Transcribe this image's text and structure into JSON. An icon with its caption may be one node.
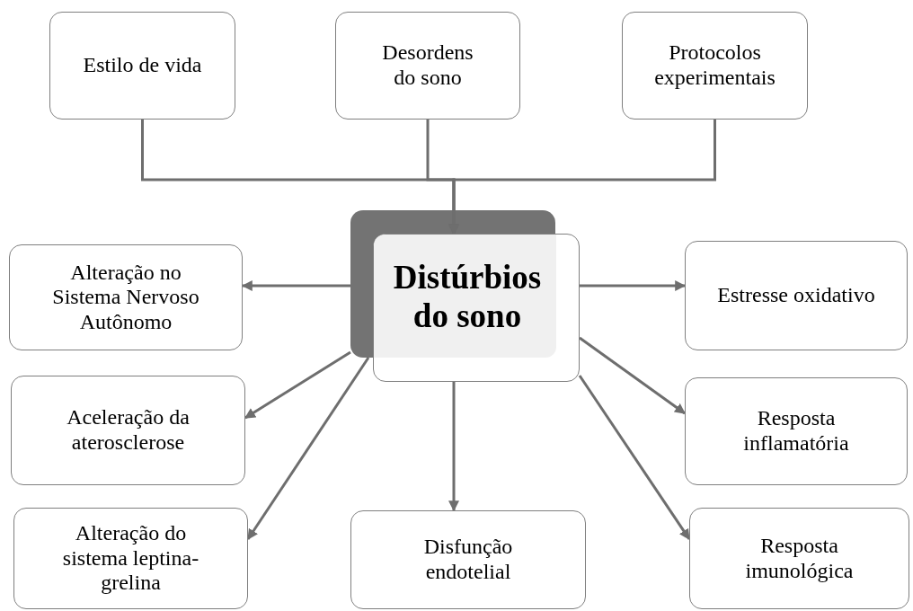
{
  "diagram": {
    "nodes": [
      {
        "text": [
          "Estilo de vida"
        ]
      },
      {
        "text": [
          "Desordens do sono"
        ]
      },
      {
        "text": [
          "Protocolos experimentais"
        ]
      },
      {
        "text": [
          "Distúrbios do sono"
        ]
      },
      {
        "text": [
          "Alteração no Sistema Nervoso Autônomo"
        ]
      },
      {
        "text": [
          "Estresse oxidativo"
        ]
      },
      {
        "text": [
          "Aceleração da aterosclerose"
        ]
      },
      {
        "text": [
          "Resposta inflamatória"
        ]
      },
      {
        "text": [
          "Alteração do sistema leptina-grelina"
        ]
      },
      {
        "text": [
          "Disfunção endotelial"
        ]
      },
      {
        "text": [
          "Resposta imunológica"
        ]
      }
    ],
    "edges": [
      {
        "from": 0,
        "to": 3,
        "arrow": "to"
      },
      {
        "from": 1,
        "to": 3,
        "arrow": "to"
      },
      {
        "from": 2,
        "to": 3,
        "arrow": "to"
      },
      {
        "from": 3,
        "to": 4,
        "arrow": "to"
      },
      {
        "from": 3,
        "to": 5,
        "arrow": "to"
      },
      {
        "from": 3,
        "to": 6,
        "arrow": "to"
      },
      {
        "from": 3,
        "to": 7,
        "arrow": "to"
      },
      {
        "from": 3,
        "to": 8,
        "arrow": "to"
      },
      {
        "from": 3,
        "to": 9,
        "arrow": "to"
      },
      {
        "from": 3,
        "to": 10,
        "arrow": "to"
      }
    ]
  }
}
